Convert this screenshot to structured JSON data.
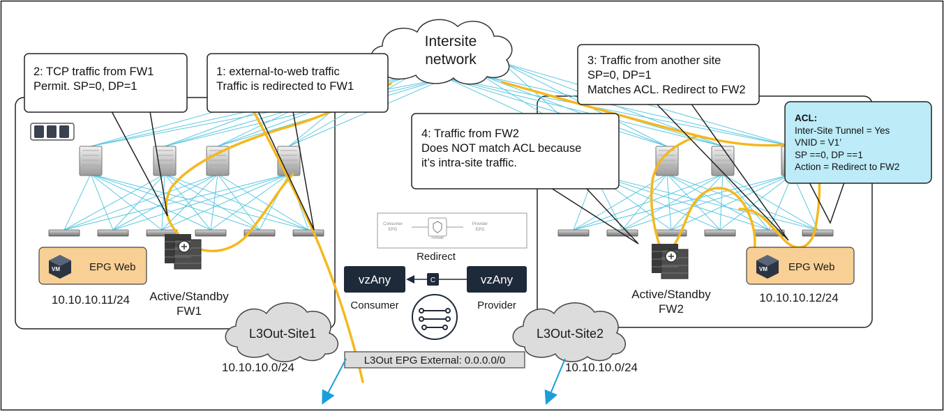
{
  "callouts": {
    "c1": [
      "1: external-to-web traffic",
      "Traffic is redirected to FW1"
    ],
    "c2": [
      "2: TCP traffic from FW1",
      "Permit. SP=0, DP=1"
    ],
    "c3": [
      "3: Traffic from another site",
      "SP=0, DP=1",
      "Matches ACL. Redirect to FW2"
    ],
    "c4": [
      "4: Traffic from FW2",
      "Does NOT match ACL because",
      "it’s intra-site traffic."
    ]
  },
  "acl": {
    "title": "ACL:",
    "lines": [
      "Inter-Site Tunnel = Yes",
      "VNID = V1’",
      "SP ==0, DP ==1",
      "Action = Redirect to FW2"
    ]
  },
  "intersite": [
    "Intersite",
    "network"
  ],
  "site1": {
    "epg_label": "EPG Web",
    "epg_ip": "10.10.10.11/24",
    "fw_label": [
      "Active/Standby",
      "FW1"
    ],
    "l3out": "L3Out-Site1",
    "l3out_subnet": "10.10.10.0/24"
  },
  "site2": {
    "epg_label": "EPG Web",
    "epg_ip": "10.10.10.12/24",
    "fw_label": [
      "Active/Standby",
      "FW2"
    ],
    "l3out": "L3Out-Site2",
    "l3out_subnet": "10.10.10.0/24"
  },
  "contract": {
    "consumer_box": "vzAny",
    "provider_box": "vzAny",
    "consumer_label": "Consumer",
    "provider_label": "Provider",
    "contract_letter": "C",
    "redirect_label": "Redirect",
    "graph_consumer": [
      "Consumer",
      "EPG"
    ],
    "graph_provider": [
      "Provider",
      "EPG"
    ],
    "graph_firewall": "Firewall"
  },
  "vm_badge": "VM",
  "l3out_epg": "L3Out EPG External: 0.0.0.0/0",
  "colors": {
    "traffic": "#f5b81c",
    "links": "#5bc8e0",
    "epg_fill": "#f8cf94",
    "acl_fill": "#bdebf7",
    "vzany": "#1e2a3a",
    "arrow": "#1a9edb",
    "cloud": "#dcdcdc"
  }
}
